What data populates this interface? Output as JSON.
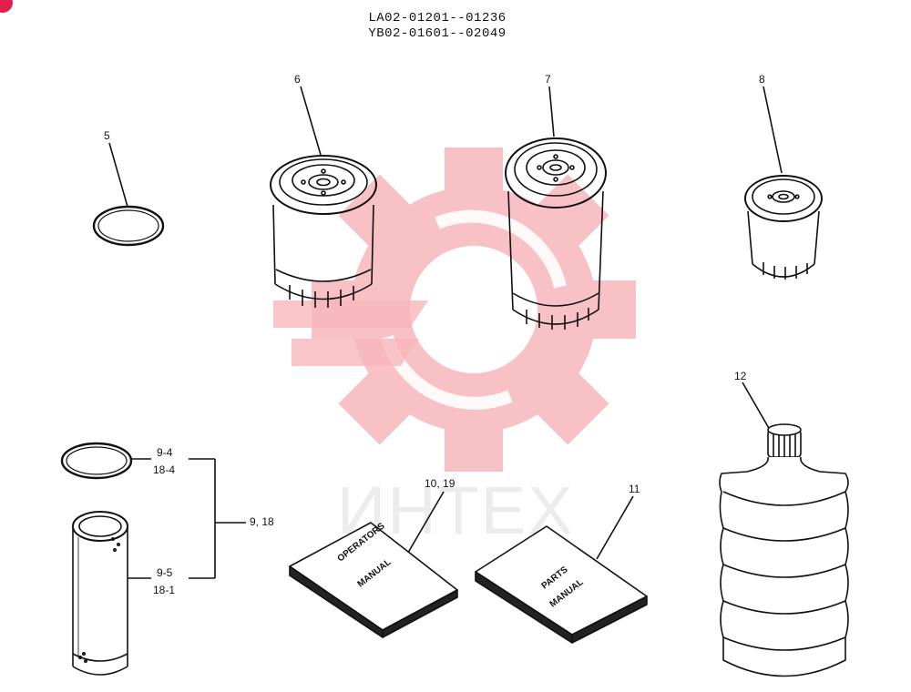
{
  "header": {
    "line1": "LA02-01201--01236",
    "line2": "YB02-01601--02049"
  },
  "watermark": {
    "text": "ИНТЕХ",
    "color": "#f7b7bb"
  },
  "callouts": {
    "c5": "5",
    "c6": "6",
    "c7": "7",
    "c8": "8",
    "c9_4": "9-4",
    "c18_4": "18-4",
    "c9_5": "9-5",
    "c18_1": "18-1",
    "c9_18": "9, 18",
    "c10_19": "10, 19",
    "c11": "11",
    "c12": "12"
  },
  "manuals": {
    "operators_line1": "OPERATORS",
    "operators_line2": "MANUAL",
    "parts_line1": "PARTS",
    "parts_line2": "MANUAL"
  },
  "colors": {
    "ink": "#111111",
    "accent": "#e0204a"
  }
}
